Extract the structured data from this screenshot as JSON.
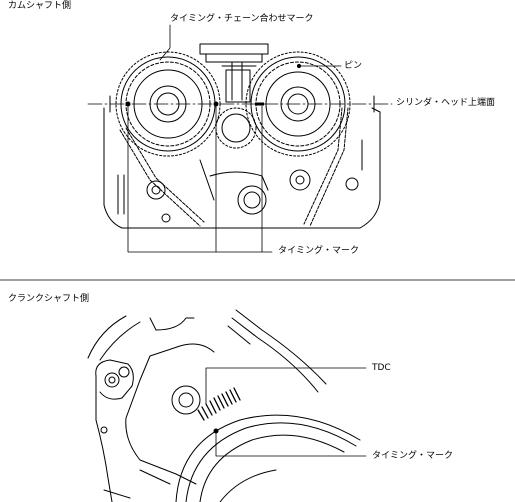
{
  "top": {
    "section_label": "カムシャフト側",
    "timing_chain_mark": "タイミング・チェーン合わせマーク",
    "pin": "ピン",
    "cylinder_head_surface": "シリンダ・ヘッド上端面",
    "timing_mark": "タイミング・マーク"
  },
  "bottom": {
    "section_label": "クランクシャフト側",
    "tdc": "TDC",
    "timing_mark": "タイミング・マーク"
  }
}
